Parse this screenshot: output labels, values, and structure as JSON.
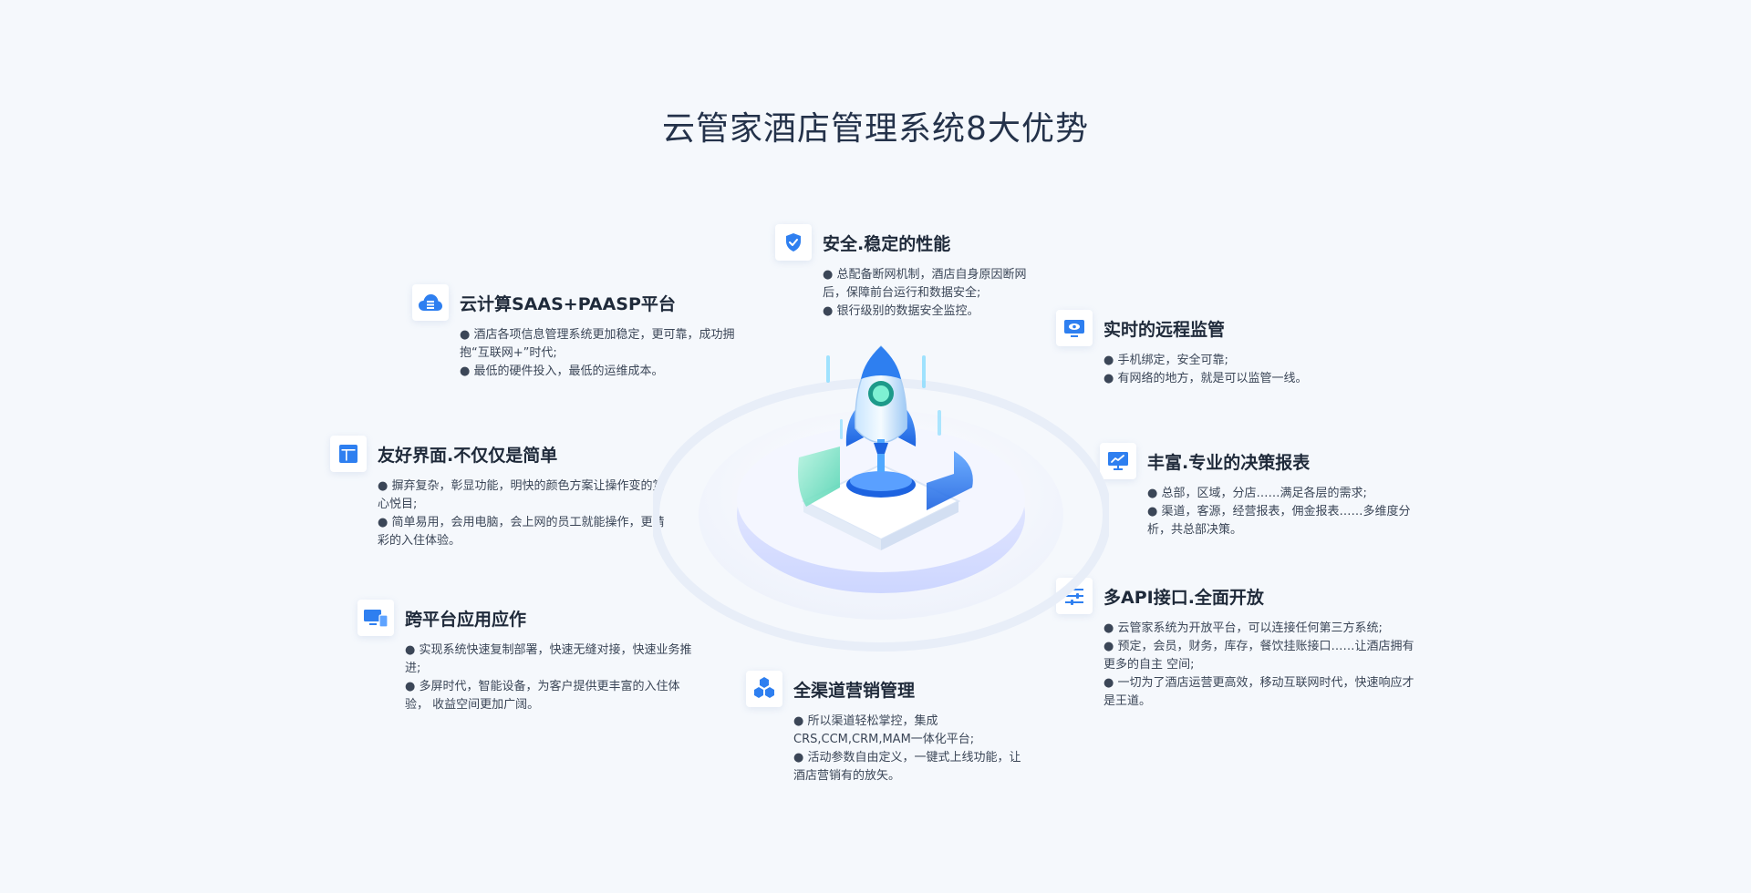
{
  "title": "云管家酒店管理系统8大优势",
  "features": {
    "cloud": {
      "icon": "cloud-icon",
      "title": "云计算SAAS+PAASP平台",
      "points": [
        "● 酒店各项信息管理系统更加稳定，更可靠，成功拥抱“互联网+”时代;",
        "● 最低的硬件投入，最低的运维成本。"
      ]
    },
    "security": {
      "icon": "shield-check-icon",
      "title": "安全.稳定的性能",
      "points": [
        "● 总配备断网机制，酒店自身原因断网后，保障前台运行和数据安全;",
        "● 银行级别的数据安全监控。"
      ]
    },
    "monitor": {
      "icon": "monitor-eye-icon",
      "title": "实时的远程监管",
      "points": [
        "● 手机绑定，安全可靠;",
        "● 有网络的地方，就是可以监管一线。"
      ]
    },
    "ui": {
      "icon": "layout-icon",
      "title": "友好界面.不仅仅是简单",
      "points": [
        "● 摒弃复杂，彰显功能，明快的颜色方案让操作变的赏心悦目;",
        "● 简单易用，会用电脑，会上网的员工就能操作，更精彩的入住体验。"
      ]
    },
    "report": {
      "icon": "chart-board-icon",
      "title": "丰富.专业的决策报表",
      "points": [
        "● 总部，区域，分店……满足各层的需求;",
        "● 渠道，客源，经营报表，佣金报表……多维度分析，共总部决策。"
      ]
    },
    "crossplatform": {
      "icon": "devices-icon",
      "title": "跨平台应用应作",
      "points": [
        "● 实现系统快速复制部署，快速无缝对接，快速业务推进;",
        "● 多屏时代，智能设备，为客户提供更丰富的入住体验，   收益空间更加广阔。"
      ]
    },
    "api": {
      "icon": "sliders-icon",
      "title": "多API接口.全面开放",
      "points": [
        "● 云管家系统为开放平台，可以连接任何第三方系统;",
        "● 预定，会员，财务，库存，餐饮挂账接口……让酒店拥有更多的自主 空间;",
        "● 一切为了酒店运营更高效，移动互联网时代，快速响应才是王道。"
      ]
    },
    "marketing": {
      "icon": "hexagon-cluster-icon",
      "title": "全渠道营销管理",
      "points": [
        "● 所以渠道轻松掌控，集成CRS,CCM,CRM,MAM一体化平台;",
        "● 活动参数自由定义，一键式上线功能，让酒店营销有的放矢。"
      ]
    }
  },
  "colors": {
    "background": "#f5f8fc",
    "accent": "#2e7ff0",
    "text": "#1f2a3a"
  }
}
